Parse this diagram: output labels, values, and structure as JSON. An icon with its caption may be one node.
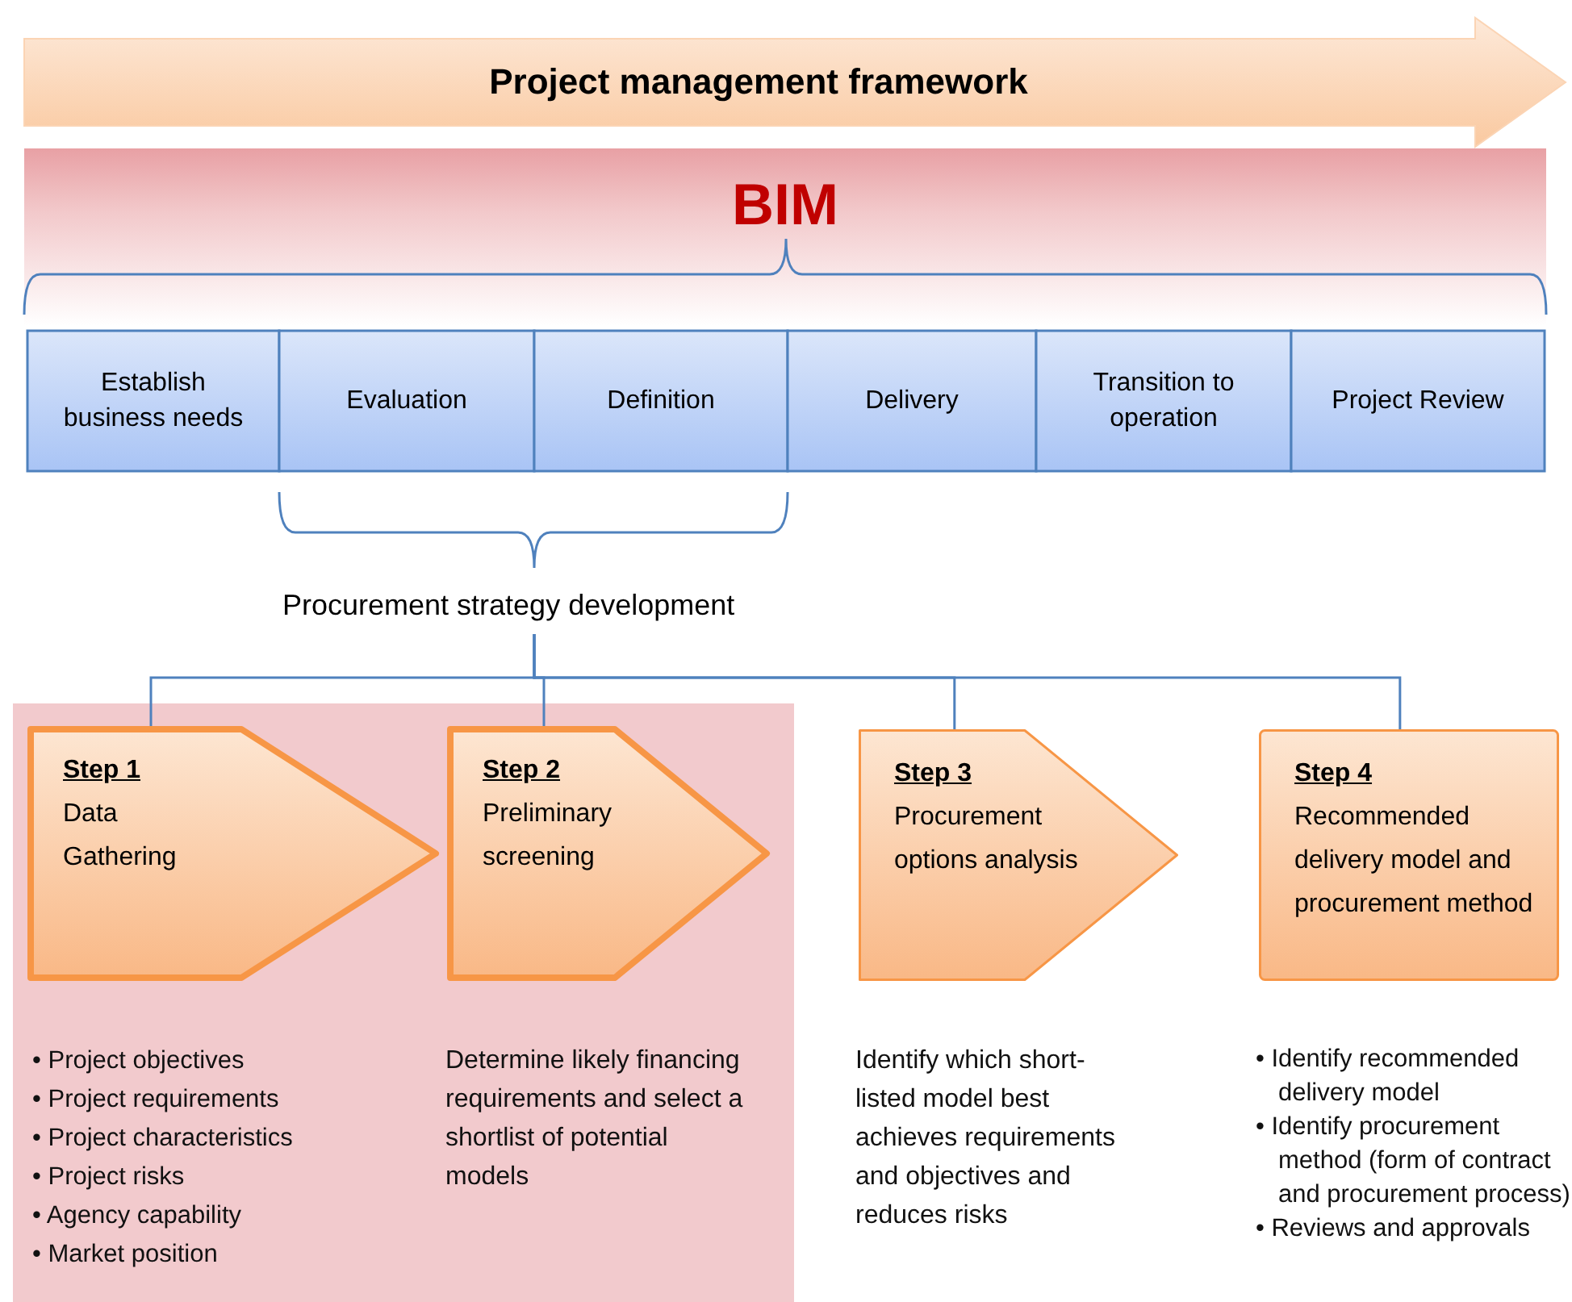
{
  "diagram": {
    "nodes": [
      {
        "text": [
          "Project management framework"
        ]
      },
      {
        "text": [
          "BIM"
        ]
      },
      {
        "text": [
          "Establish business needs"
        ]
      },
      {
        "text": [
          "Evaluation"
        ]
      },
      {
        "text": [
          "Definition"
        ]
      },
      {
        "text": [
          "Delivery"
        ]
      },
      {
        "text": [
          "Transition to operation"
        ]
      },
      {
        "text": [
          "Project Review"
        ]
      },
      {
        "text": [
          "Procurement strategy development"
        ]
      },
      {
        "text": [
          "Step 1",
          "Data Gathering"
        ]
      },
      {
        "text": [
          "Step 2",
          "Preliminary screening"
        ]
      },
      {
        "text": [
          "Step 3",
          "Procurement options analysis"
        ]
      },
      {
        "text": [
          "Step 4",
          "Recommended delivery model and procurement method"
        ]
      }
    ],
    "edges": [
      {
        "from": 8,
        "to": 9,
        "arrow": "none"
      },
      {
        "from": 8,
        "to": 10,
        "arrow": "none"
      },
      {
        "from": 8,
        "to": 11,
        "arrow": "none"
      },
      {
        "from": 8,
        "to": 12,
        "arrow": "none"
      }
    ],
    "labels": [
      "• Project objectives",
      "• Project requirements",
      "• Project characteristics",
      "• Project risks",
      "• Agency capability",
      "• Market position",
      "Determine likely financing requirements and select a shortlist of potential models",
      "Identify which short-listed model best achieves requirements and objectives and reduces risks",
      "• Identify recommended delivery model",
      "• Identify procurement method (form of contract and procurement process)",
      "• Reviews and approvals"
    ]
  }
}
